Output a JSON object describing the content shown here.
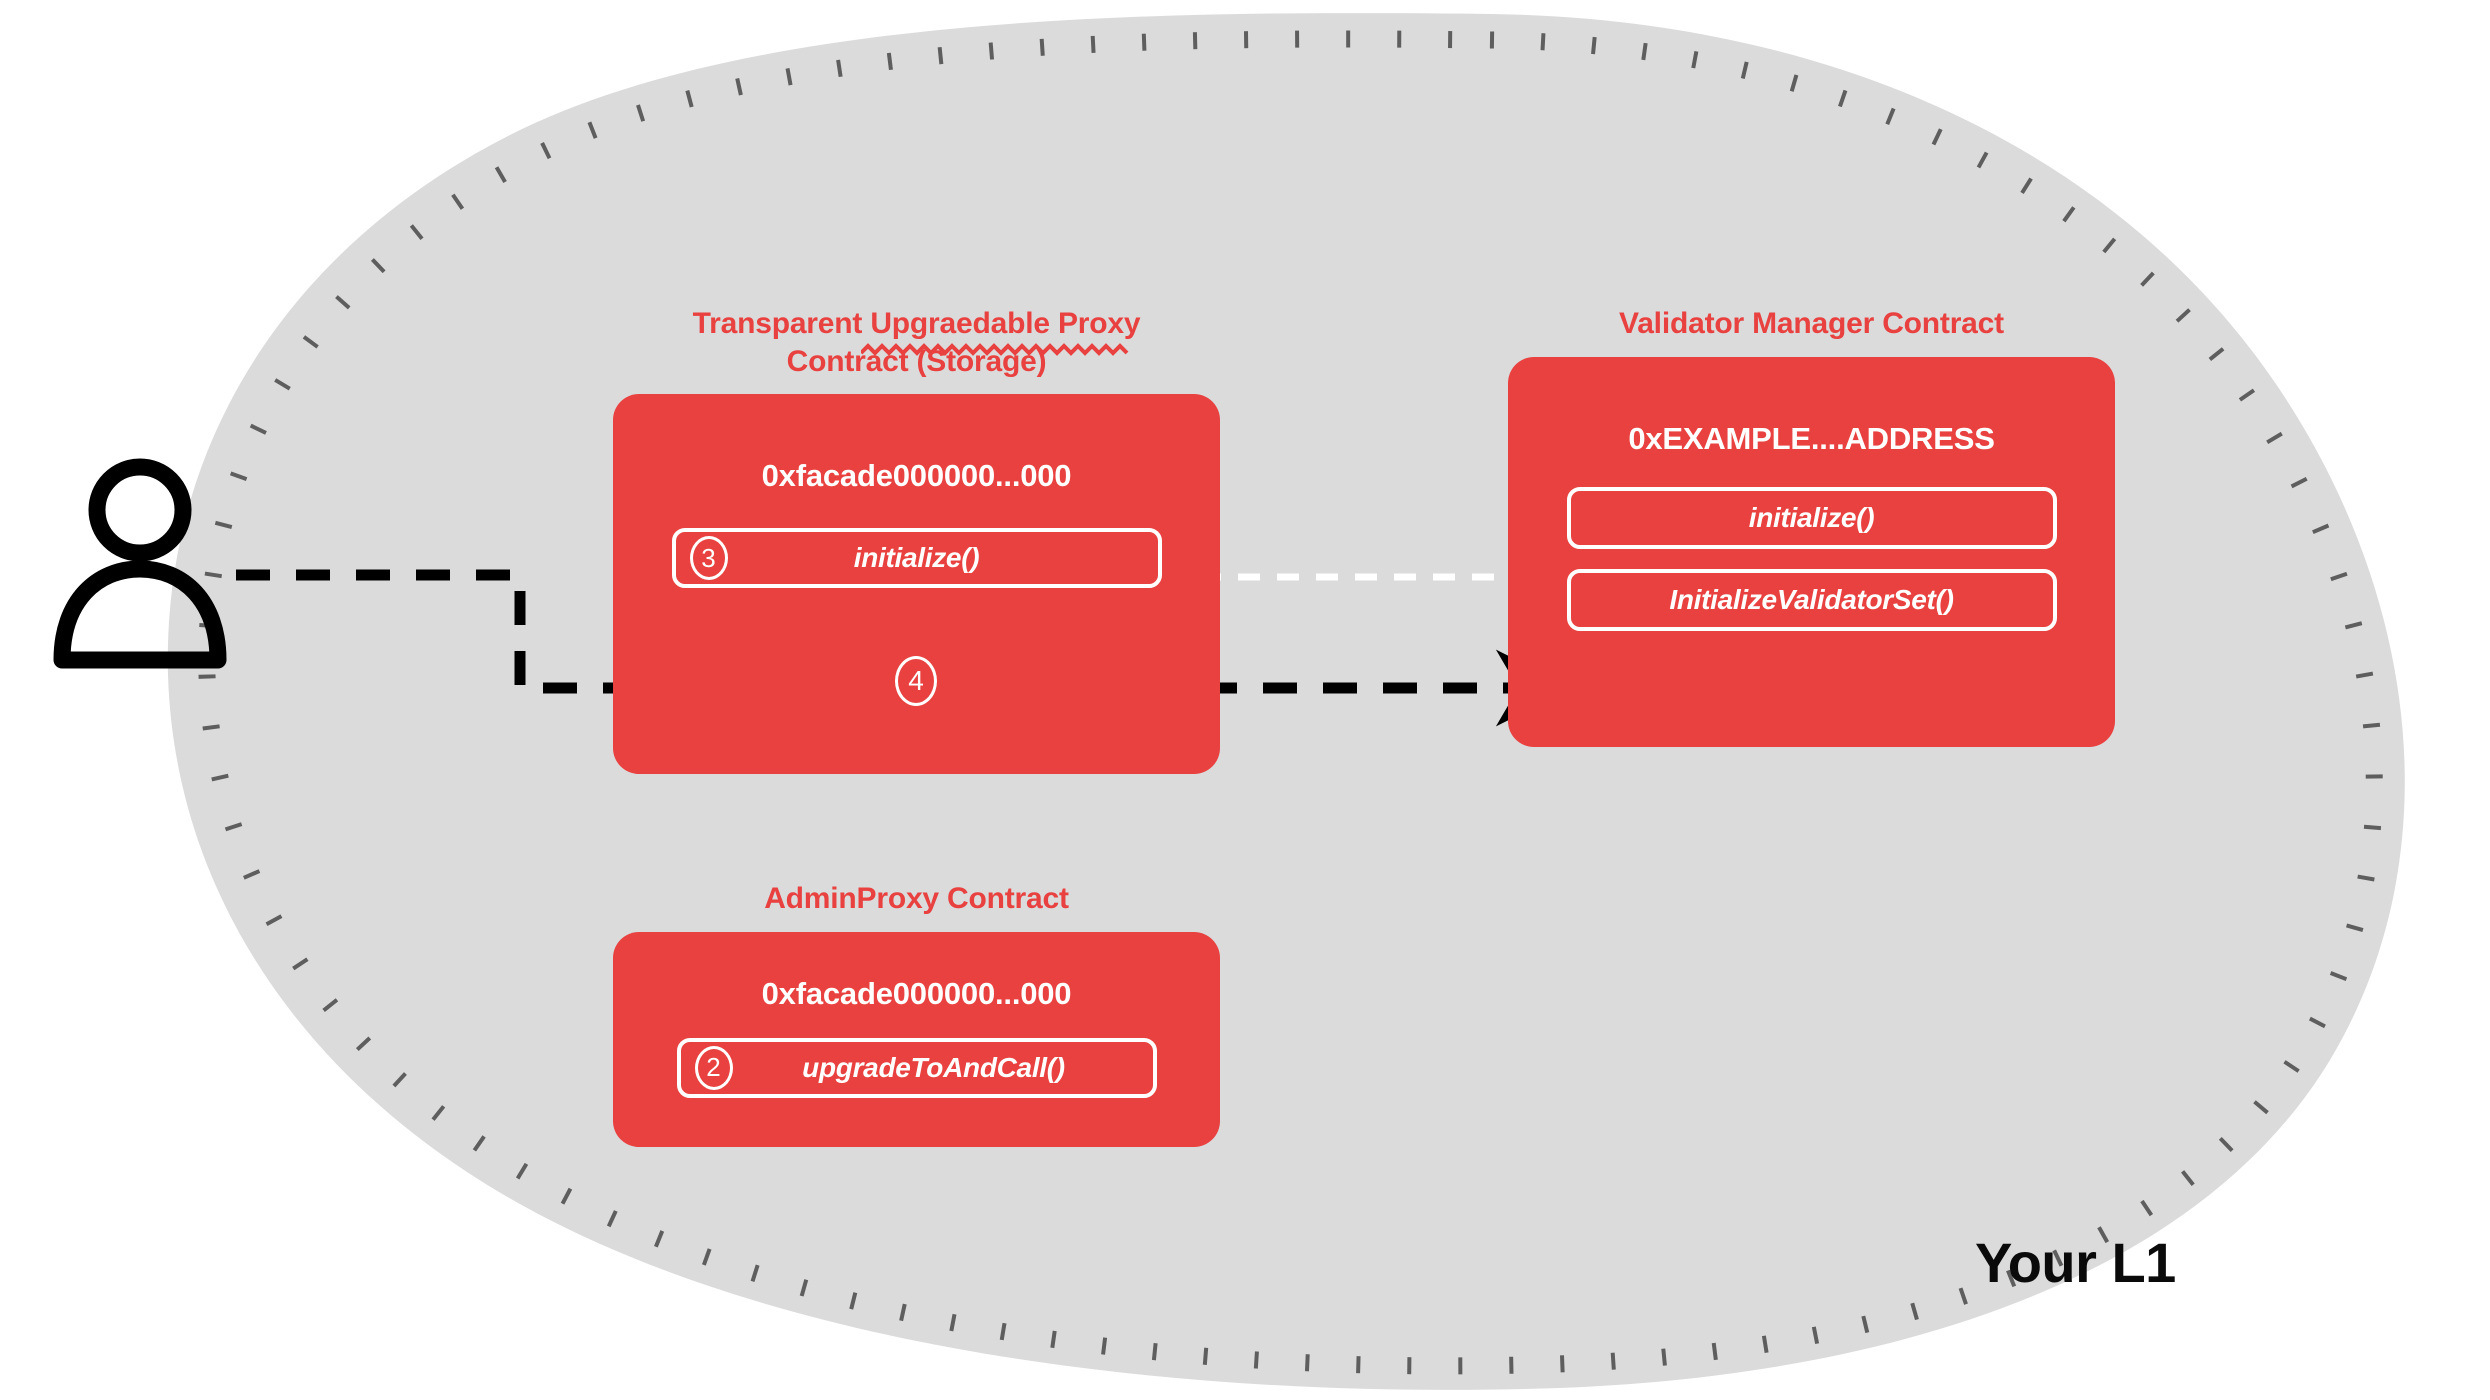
{
  "diagram": {
    "region_label": "Your L1",
    "colors": {
      "contract_red": "#E8413F",
      "region_fill": "#DBDBDB",
      "region_border": "#5E5E5E",
      "white": "#FFFFFF",
      "black": "#000000"
    },
    "actor": {
      "icon": "user-icon"
    },
    "contracts": [
      {
        "id": "proxy",
        "title": "Transparent Upgraedable Proxy\nContract (Storage)",
        "title_misspelled_word": "Upgraedable",
        "address": "0xfacade000000...000",
        "functions": [
          {
            "label": "initialize()",
            "step": "3"
          }
        ],
        "floating_step": "4"
      },
      {
        "id": "validator-manager",
        "title": "Validator Manager Contract",
        "address": "0xEXAMPLE....ADDRESS",
        "functions": [
          {
            "label": "initialize()",
            "step": ""
          },
          {
            "label": "InitializeValidatorSet()",
            "step": ""
          }
        ],
        "floating_step": ""
      },
      {
        "id": "admin-proxy",
        "title": "AdminProxy  Contract",
        "address": "0xfacade000000...000",
        "functions": [
          {
            "label": "upgradeToAndCall()",
            "step": "2"
          }
        ],
        "floating_step": ""
      }
    ],
    "connectors": [
      {
        "name": "user-to-proxy-initialize",
        "style": "dashed",
        "color": "#000000",
        "from": "user-icon",
        "to": "proxy.initialize()"
      },
      {
        "name": "proxy-initialize-to-validator-initialize",
        "style": "dashed",
        "color": "#FFFFFF",
        "from": "proxy.initialize()",
        "to": "validator-manager.initialize()"
      },
      {
        "name": "user-to-validator-initializevalidatorset",
        "style": "dashed",
        "color": "#000000",
        "from": "user-icon",
        "to": "validator-manager.InitializeValidatorSet()"
      }
    ]
  }
}
